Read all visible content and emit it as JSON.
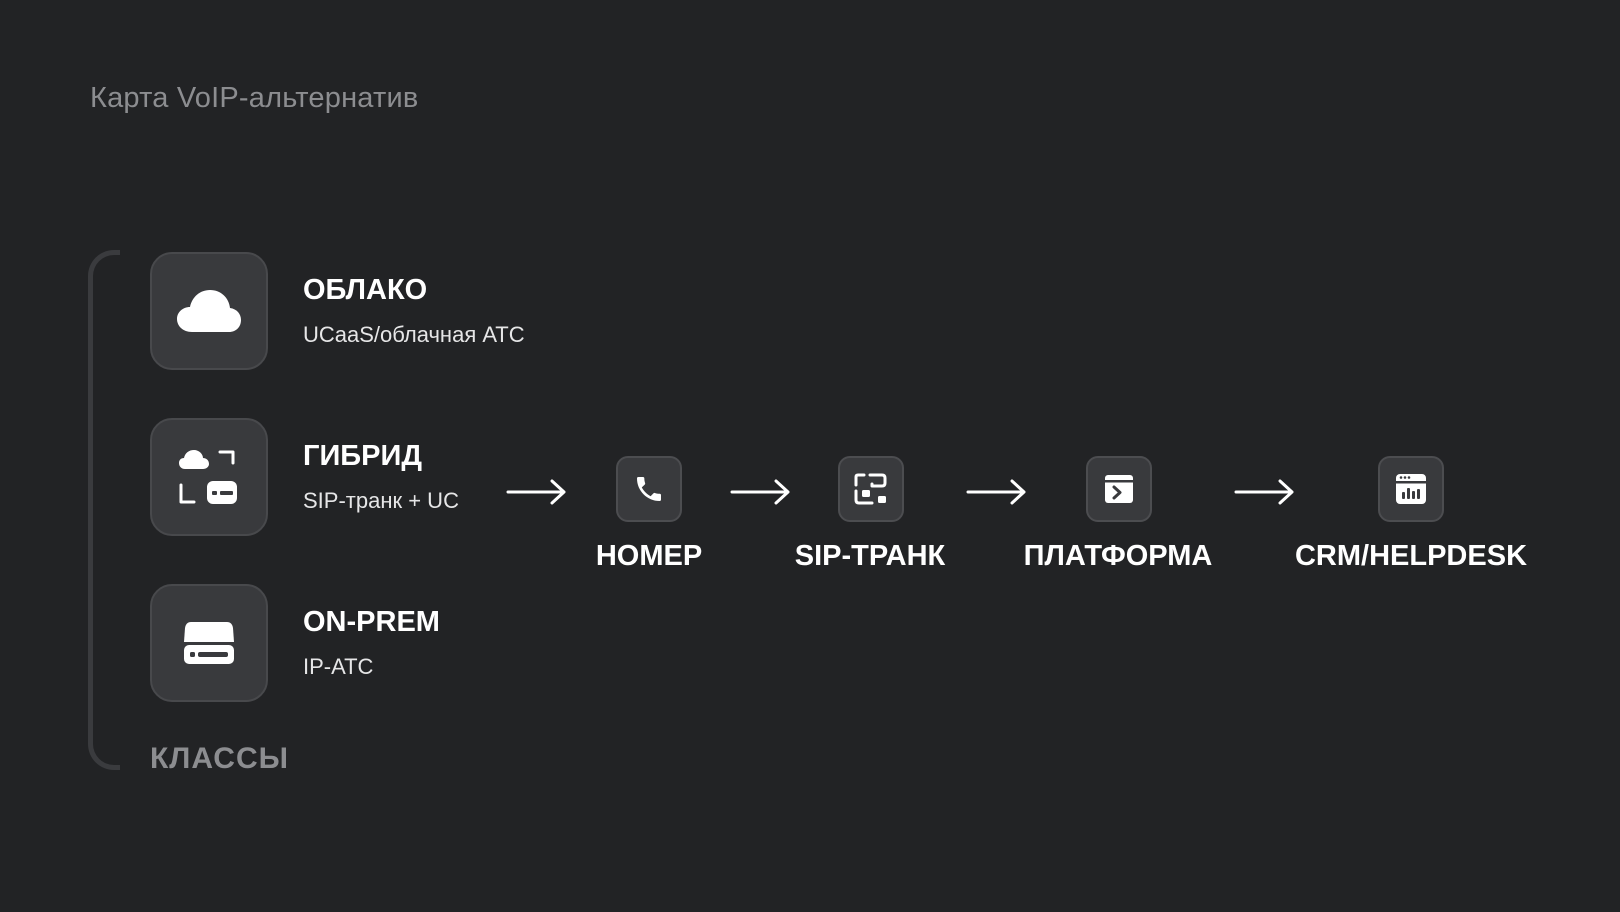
{
  "title": "Карта VoIP-альтернатив",
  "classes": [
    {
      "name": "ОБЛАКО",
      "subtitle": "UCaaS/облачная АТС",
      "icon": "cloud-icon"
    },
    {
      "name": "ГИБРИД",
      "subtitle": "SIP-транк + UC",
      "icon": "hybrid-icon"
    },
    {
      "name": "ON-PREM",
      "subtitle": "IP-АТС",
      "icon": "server-icon"
    }
  ],
  "classes_caption": "КЛАССЫ",
  "flow": [
    {
      "label": "НОМЕР",
      "icon": "phone-icon"
    },
    {
      "label": "SIP-ТРАНК",
      "icon": "trunk-icon"
    },
    {
      "label": "ПЛАТФОРМА",
      "icon": "terminal-window-icon"
    },
    {
      "label": "CRM/HELPDESK",
      "icon": "dashboard-chart-icon"
    }
  ],
  "colors": {
    "background": "#222325",
    "tile": "#393a3d",
    "muted_text": "#8c8d90",
    "text": "#ffffff"
  }
}
